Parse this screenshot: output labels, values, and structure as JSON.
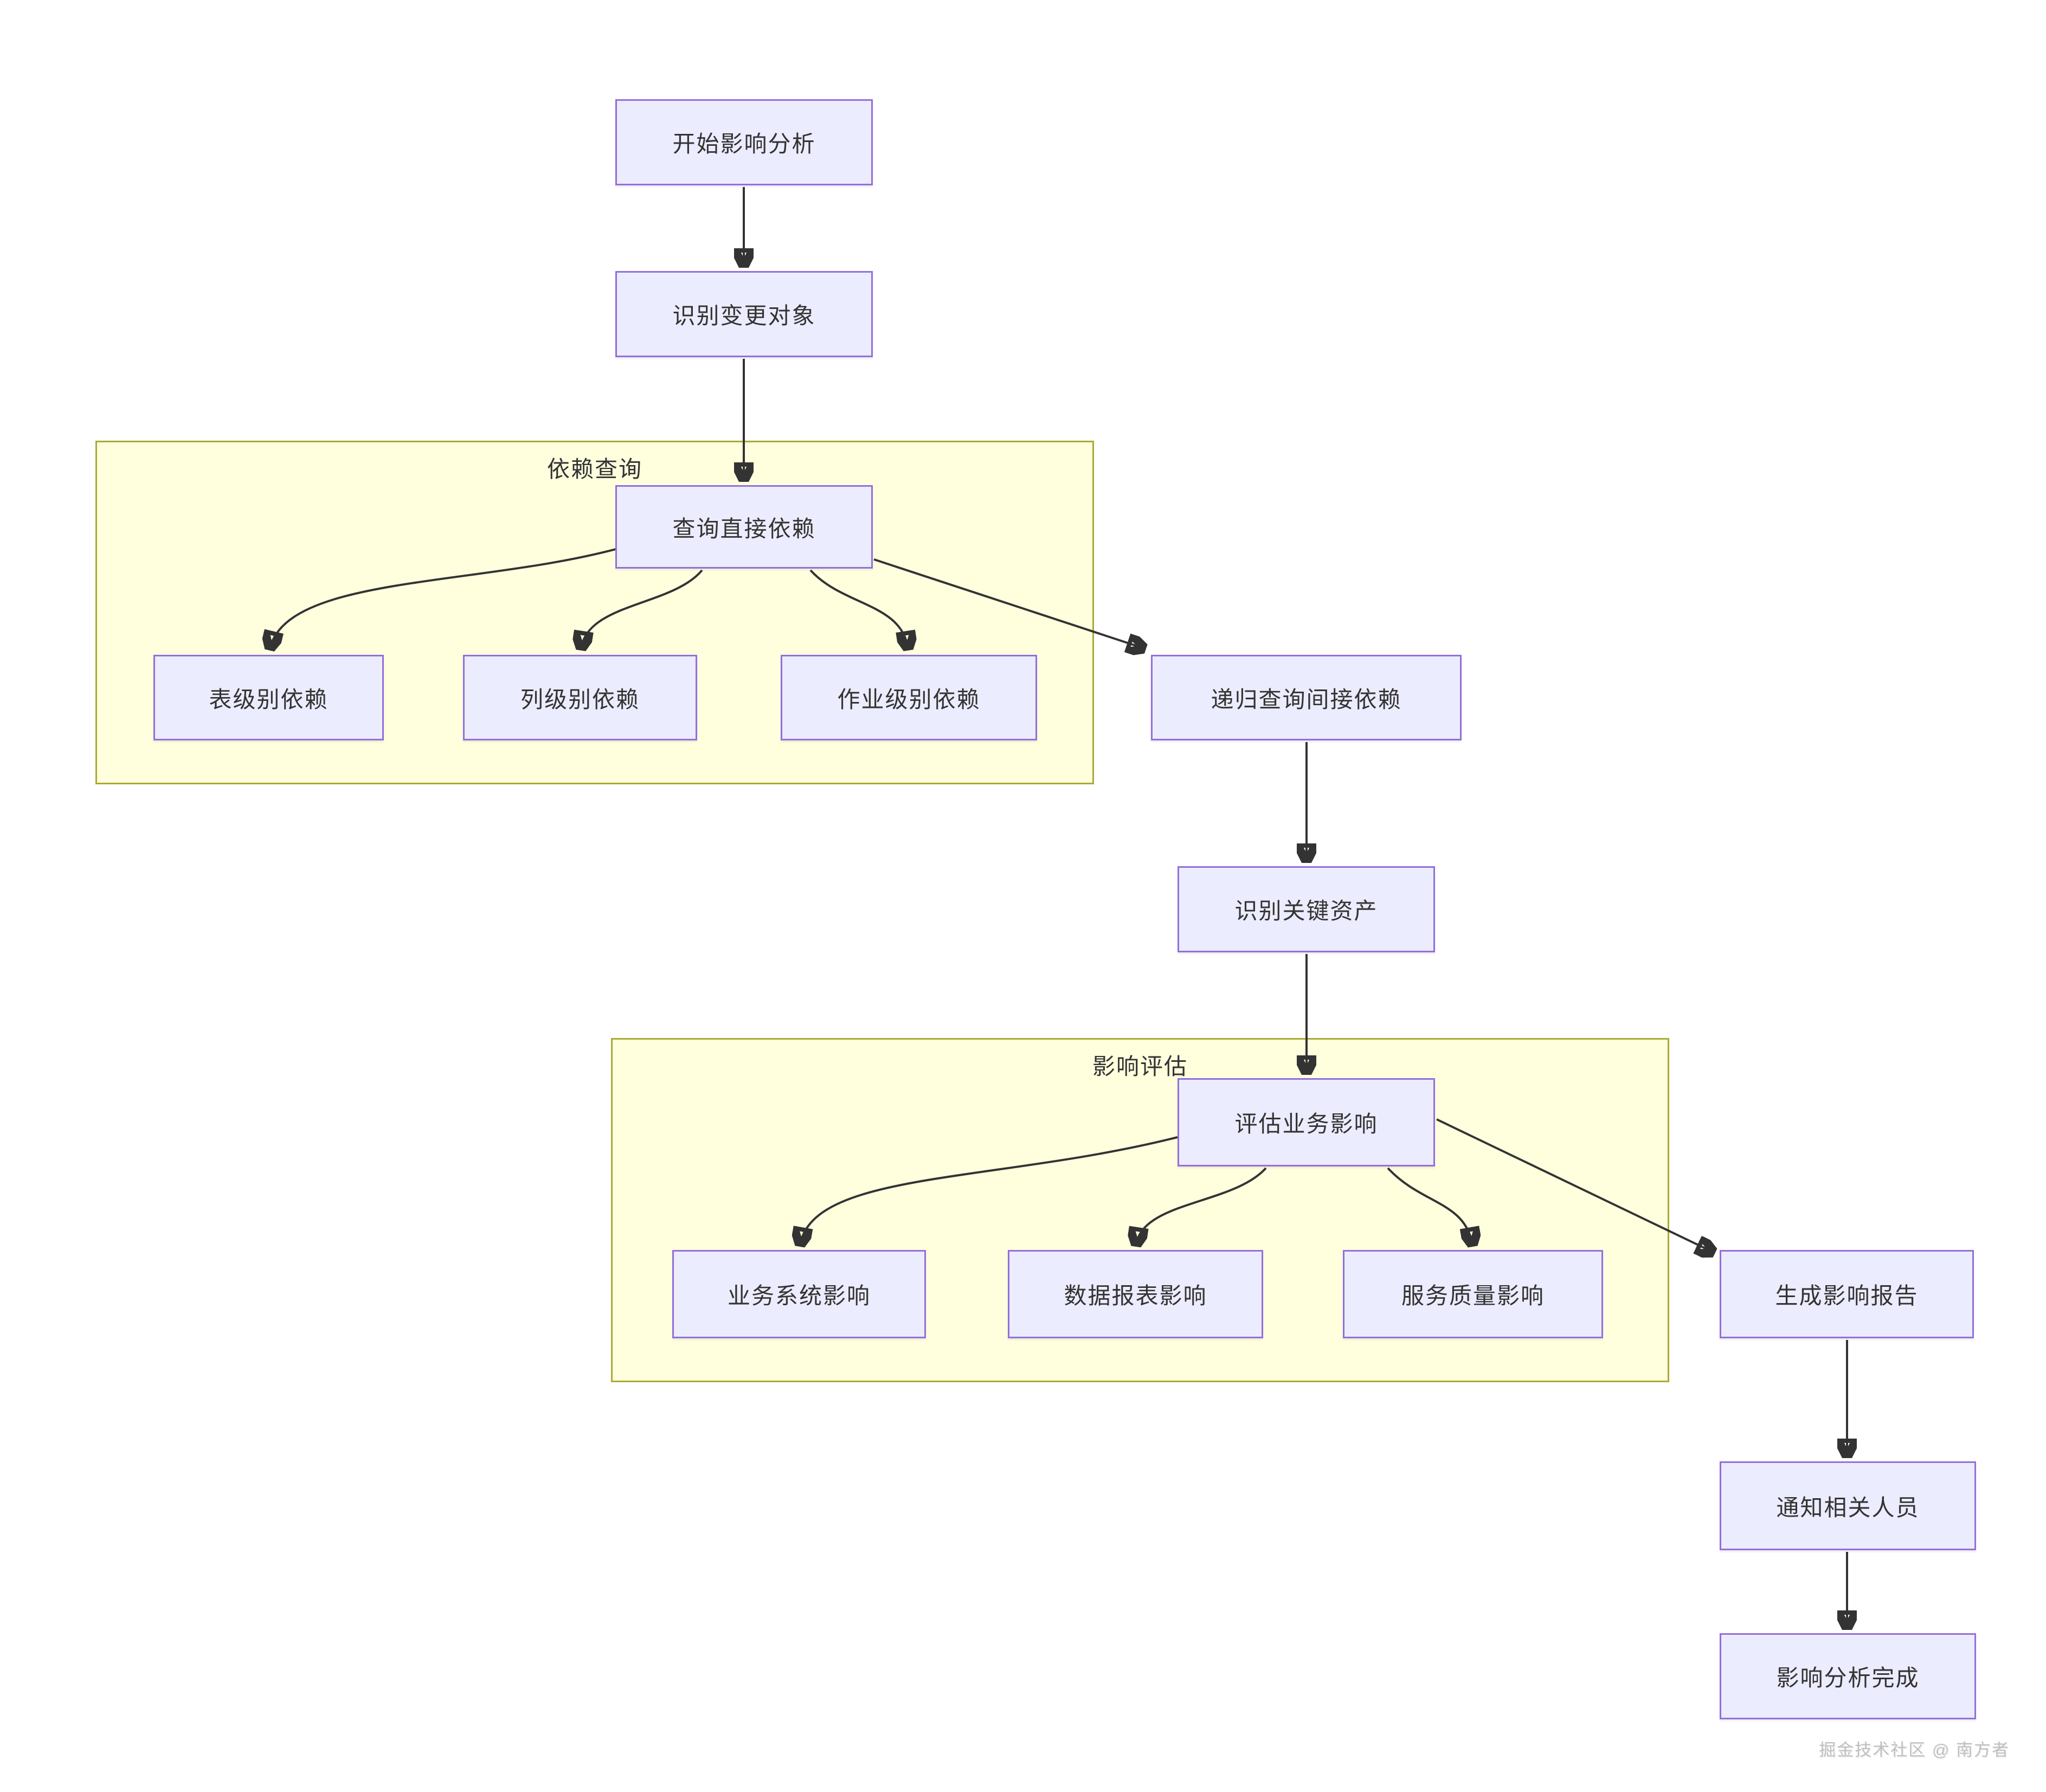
{
  "diagram": {
    "type": "flowchart",
    "watermark": "掘金技术社区 @ 南方者",
    "subgraphs": [
      {
        "id": "dependency-query",
        "label": "依赖查询"
      },
      {
        "id": "impact-assessment",
        "label": "影响评估"
      }
    ],
    "nodes": [
      {
        "id": "start",
        "label": "开始影响分析"
      },
      {
        "id": "identify-change",
        "label": "识别变更对象"
      },
      {
        "id": "query-direct",
        "label": "查询直接依赖"
      },
      {
        "id": "table-level-dep",
        "label": "表级别依赖"
      },
      {
        "id": "column-level-dep",
        "label": "列级别依赖"
      },
      {
        "id": "job-level-dep",
        "label": "作业级别依赖"
      },
      {
        "id": "recursive-indirect",
        "label": "递归查询间接依赖"
      },
      {
        "id": "key-assets",
        "label": "识别关键资产"
      },
      {
        "id": "assess-business",
        "label": "评估业务影响"
      },
      {
        "id": "business-system",
        "label": "业务系统影响"
      },
      {
        "id": "data-report",
        "label": "数据报表影响"
      },
      {
        "id": "service-quality",
        "label": "服务质量影响"
      },
      {
        "id": "generate-report",
        "label": "生成影响报告"
      },
      {
        "id": "notify-people",
        "label": "通知相关人员"
      },
      {
        "id": "analysis-complete",
        "label": "影响分析完成"
      }
    ],
    "edges": [
      {
        "from": "start",
        "to": "identify-change"
      },
      {
        "from": "identify-change",
        "to": "query-direct"
      },
      {
        "from": "query-direct",
        "to": "table-level-dep"
      },
      {
        "from": "query-direct",
        "to": "column-level-dep"
      },
      {
        "from": "query-direct",
        "to": "job-level-dep"
      },
      {
        "from": "query-direct",
        "to": "recursive-indirect"
      },
      {
        "from": "recursive-indirect",
        "to": "key-assets"
      },
      {
        "from": "key-assets",
        "to": "assess-business"
      },
      {
        "from": "assess-business",
        "to": "business-system"
      },
      {
        "from": "assess-business",
        "to": "data-report"
      },
      {
        "from": "assess-business",
        "to": "service-quality"
      },
      {
        "from": "assess-business",
        "to": "generate-report"
      },
      {
        "from": "generate-report",
        "to": "notify-people"
      },
      {
        "from": "notify-people",
        "to": "analysis-complete"
      }
    ],
    "colors": {
      "node_fill": "#ECECFF",
      "node_border": "#9370DB",
      "subgraph_fill": "#FFFFDE",
      "subgraph_border": "#AAAA33",
      "edge": "#333333",
      "text": "#333333",
      "watermark": "#BFBFBF",
      "background": "#FFFFFF"
    }
  }
}
